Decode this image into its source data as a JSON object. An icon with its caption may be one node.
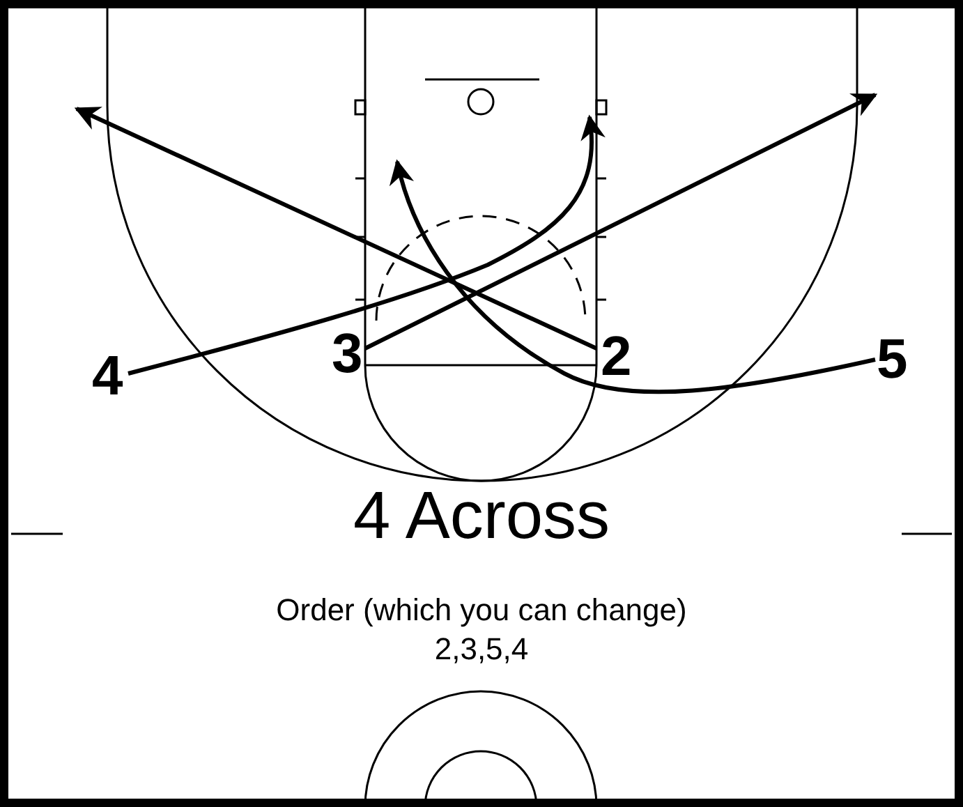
{
  "diagram": {
    "title": "4 Across",
    "nodes": [
      {
        "text": [
          "4"
        ]
      },
      {
        "text": [
          "3"
        ]
      },
      {
        "text": [
          "2"
        ]
      },
      {
        "text": [
          "5"
        ]
      }
    ],
    "edges": [
      {
        "from": 2,
        "to": null,
        "arrow": "to"
      },
      {
        "from": 1,
        "to": null,
        "arrow": "to"
      },
      {
        "from": 3,
        "to": null,
        "arrow": "to"
      },
      {
        "from": 0,
        "to": null,
        "arrow": "to"
      }
    ],
    "labels": [
      "Order (which you can change)",
      "2,3,5,4"
    ]
  }
}
